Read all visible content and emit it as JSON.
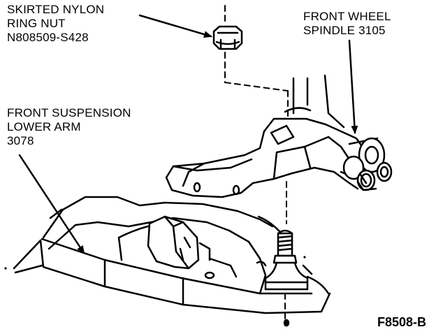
{
  "labels": {
    "nut": [
      "SKIRTED NYLON",
      "RING NUT",
      "N808509-S428"
    ],
    "spindle": [
      "FRONT WHEEL",
      "SPINDLE 3105"
    ],
    "arm": [
      "FRONT SUSPENSION",
      "LOWER ARM",
      "3078"
    ]
  },
  "figure_id": "F8508-B",
  "colors": {
    "ink": "#000000",
    "paper": "#ffffff"
  }
}
